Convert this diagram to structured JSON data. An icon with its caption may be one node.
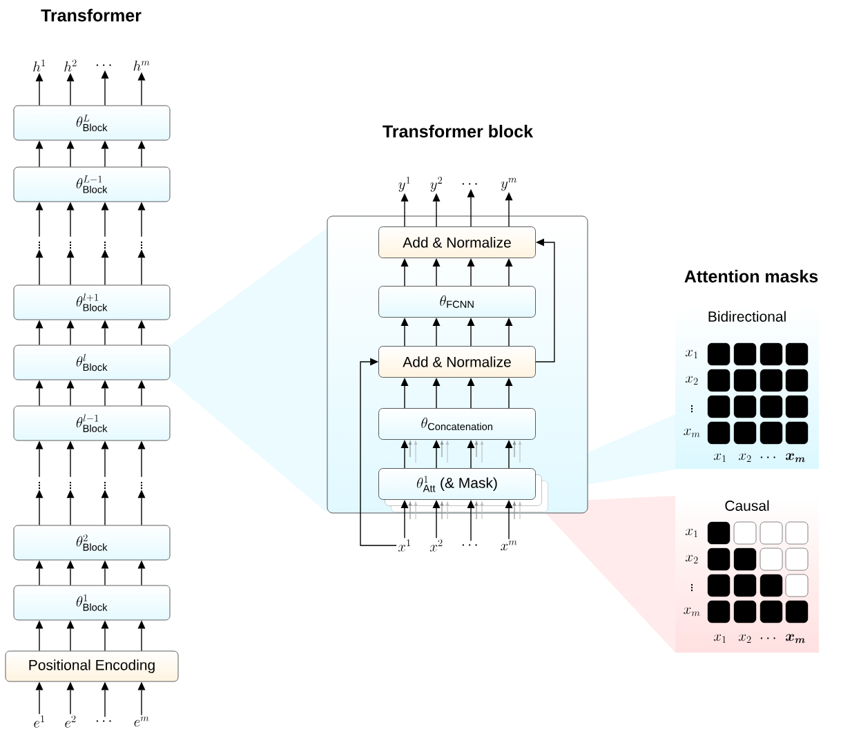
{
  "diagram": {
    "nodes": [
      {
        "text": [
          "h^{1}"
        ]
      },
      {
        "text": [
          "h^{2}"
        ]
      },
      {
        "text": [
          "\\cdots"
        ]
      },
      {
        "text": [
          "h^{m}"
        ]
      },
      {
        "text": [
          "\\theta^{L}_{\\text{Block}}"
        ]
      },
      {
        "text": [
          "\\theta^{L-1}_{\\text{Block}}"
        ]
      },
      {
        "text": [
          "\\vdots"
        ]
      },
      {
        "text": [
          "\\vdots"
        ]
      },
      {
        "text": [
          "\\vdots"
        ]
      },
      {
        "text": [
          "\\vdots"
        ]
      },
      {
        "text": [
          "\\theta^{l+1}_{\\text{Block}}"
        ]
      },
      {
        "text": [
          "\\theta^{l}_{\\text{Block}}"
        ]
      },
      {
        "text": [
          "\\theta^{l-1}_{\\text{Block}}"
        ]
      },
      {
        "text": [
          "\\vdots"
        ]
      },
      {
        "text": [
          "\\vdots"
        ]
      },
      {
        "text": [
          "\\vdots"
        ]
      },
      {
        "text": [
          "\\vdots"
        ]
      },
      {
        "text": [
          "\\theta^{2}_{\\text{Block}}"
        ]
      },
      {
        "text": [
          "\\theta^{1}_{\\text{Block}}"
        ]
      },
      {
        "text": [
          "Positional Encoding"
        ]
      },
      {
        "text": [
          "e^{1}"
        ]
      },
      {
        "text": [
          "e^{2}"
        ]
      },
      {
        "text": [
          "\\cdots"
        ]
      },
      {
        "text": [
          "e^{m}"
        ]
      },
      {
        "text": [
          "y^{1}"
        ]
      },
      {
        "text": [
          "y^{2}"
        ]
      },
      {
        "text": [
          "\\cdots"
        ]
      },
      {
        "text": [
          "y^{m}"
        ]
      },
      {
        "text": [],
        "shape": "box"
      },
      {
        "text": [
          "Add & Normalize"
        ],
        "in": 28
      },
      {
        "text": [
          "\\theta_{\\text{FCNN}}"
        ],
        "in": 28
      },
      {
        "text": [
          "Add & Normalize"
        ],
        "in": 28
      },
      {
        "text": [
          "\\theta_{\\text{Concatenation}}"
        ],
        "in": 28
      },
      {
        "text": [
          "\\theta^{1}_{\\text{Att}}\\ \\text{(\\&~Mask)}"
        ],
        "in": 28
      },
      {
        "text": [
          "x^{1}"
        ]
      },
      {
        "text": [
          "x^{2}"
        ]
      },
      {
        "text": [
          "\\cdots"
        ]
      },
      {
        "text": [
          "x^{m}"
        ]
      },
      {
        "text": [
          "Bidirectional"
        ]
      },
      {
        "text": [
          "Causal"
        ]
      }
    ],
    "edges": [
      {
        "from": 4,
        "to": 0,
        "arrow": "to"
      },
      {
        "from": 4,
        "to": 1,
        "arrow": "to"
      },
      {
        "from": 4,
        "to": 2,
        "arrow": "to"
      },
      {
        "from": 4,
        "to": 3,
        "arrow": "to"
      },
      {
        "from": 5,
        "to": 4,
        "arrow": "to"
      },
      {
        "from": 5,
        "to": 4,
        "arrow": "to"
      },
      {
        "from": 5,
        "to": 4,
        "arrow": "to"
      },
      {
        "from": 5,
        "to": 4,
        "arrow": "to"
      },
      {
        "from": 6,
        "to": 5,
        "arrow": "to"
      },
      {
        "from": 7,
        "to": 5,
        "arrow": "to"
      },
      {
        "from": 8,
        "to": 5,
        "arrow": "to"
      },
      {
        "from": 9,
        "to": 5,
        "arrow": "to"
      },
      {
        "from": 10,
        "to": 6,
        "arrow": "to"
      },
      {
        "from": 10,
        "to": 7,
        "arrow": "to"
      },
      {
        "from": 10,
        "to": 8,
        "arrow": "to"
      },
      {
        "from": 10,
        "to": 9,
        "arrow": "to"
      },
      {
        "from": 11,
        "to": 10,
        "arrow": "to"
      },
      {
        "from": 11,
        "to": 10,
        "arrow": "to"
      },
      {
        "from": 11,
        "to": 10,
        "arrow": "to"
      },
      {
        "from": 11,
        "to": 10,
        "arrow": "to"
      },
      {
        "from": 12,
        "to": 11,
        "arrow": "to"
      },
      {
        "from": 12,
        "to": 11,
        "arrow": "to"
      },
      {
        "from": 12,
        "to": 11,
        "arrow": "to"
      },
      {
        "from": 12,
        "to": 11,
        "arrow": "to"
      },
      {
        "from": 13,
        "to": 12,
        "arrow": "to"
      },
      {
        "from": 14,
        "to": 12,
        "arrow": "to"
      },
      {
        "from": 15,
        "to": 12,
        "arrow": "to"
      },
      {
        "from": 16,
        "to": 12,
        "arrow": "to"
      },
      {
        "from": 17,
        "to": 13,
        "arrow": "to"
      },
      {
        "from": 17,
        "to": 14,
        "arrow": "to"
      },
      {
        "from": 17,
        "to": 15,
        "arrow": "to"
      },
      {
        "from": 17,
        "to": 16,
        "arrow": "to"
      },
      {
        "from": 18,
        "to": 17,
        "arrow": "to"
      },
      {
        "from": 18,
        "to": 17,
        "arrow": "to"
      },
      {
        "from": 18,
        "to": 17,
        "arrow": "to"
      },
      {
        "from": 18,
        "to": 17,
        "arrow": "to"
      },
      {
        "from": 19,
        "to": 18,
        "arrow": "to"
      },
      {
        "from": 19,
        "to": 18,
        "arrow": "to"
      },
      {
        "from": 19,
        "to": 18,
        "arrow": "to"
      },
      {
        "from": 19,
        "to": 18,
        "arrow": "to"
      },
      {
        "from": 20,
        "to": 19,
        "arrow": "to"
      },
      {
        "from": 21,
        "to": 19,
        "arrow": "to"
      },
      {
        "from": 22,
        "to": 19,
        "arrow": "to"
      },
      {
        "from": 23,
        "to": 19,
        "arrow": "to"
      },
      {
        "from": 29,
        "to": 24,
        "arrow": "to"
      },
      {
        "from": 29,
        "to": 25,
        "arrow": "to"
      },
      {
        "from": 29,
        "to": 26,
        "arrow": "to"
      },
      {
        "from": 29,
        "to": 27,
        "arrow": "to"
      },
      {
        "from": 30,
        "to": 29,
        "arrow": "to"
      },
      {
        "from": 30,
        "to": 29,
        "arrow": "to"
      },
      {
        "from": 30,
        "to": 29,
        "arrow": "to"
      },
      {
        "from": 30,
        "to": 29,
        "arrow": "to"
      },
      {
        "from": 31,
        "to": 30,
        "arrow": "to"
      },
      {
        "from": 31,
        "to": 30,
        "arrow": "to"
      },
      {
        "from": 31,
        "to": 30,
        "arrow": "to"
      },
      {
        "from": 31,
        "to": 30,
        "arrow": "to"
      },
      {
        "from": 32,
        "to": 31,
        "arrow": "to"
      },
      {
        "from": 32,
        "to": 31,
        "arrow": "to"
      },
      {
        "from": 32,
        "to": 31,
        "arrow": "to"
      },
      {
        "from": 32,
        "to": 31,
        "arrow": "to"
      },
      {
        "from": 33,
        "to": 32,
        "arrow": "to"
      },
      {
        "from": 33,
        "to": 32,
        "arrow": "to"
      },
      {
        "from": 33,
        "to": 32,
        "arrow": "to"
      },
      {
        "from": 33,
        "to": 32,
        "arrow": "to"
      },
      {
        "from": 34,
        "to": 33,
        "arrow": "to"
      },
      {
        "from": 35,
        "to": 33,
        "arrow": "to"
      },
      {
        "from": 36,
        "to": 33,
        "arrow": "to"
      },
      {
        "from": 37,
        "to": 33,
        "arrow": "to"
      },
      {
        "from": 34,
        "to": 31,
        "arrow": "to"
      },
      {
        "from": 31,
        "to": 29,
        "arrow": "to"
      }
    ],
    "labels": [
      "Transformer",
      "Transformer block",
      "Attention masks",
      "x_{1}",
      "x_{2}",
      "\\vdots",
      "x_{m}",
      "x_{1}",
      "x_{2}",
      "\\cdots",
      "\\boldsymbol{x_{m}}",
      "x_{1}",
      "x_{2}",
      "\\vdots",
      "x_{m}",
      "x_{1}",
      "x_{2}",
      "\\cdots",
      "\\boldsymbol{x_{m}}"
    ]
  }
}
